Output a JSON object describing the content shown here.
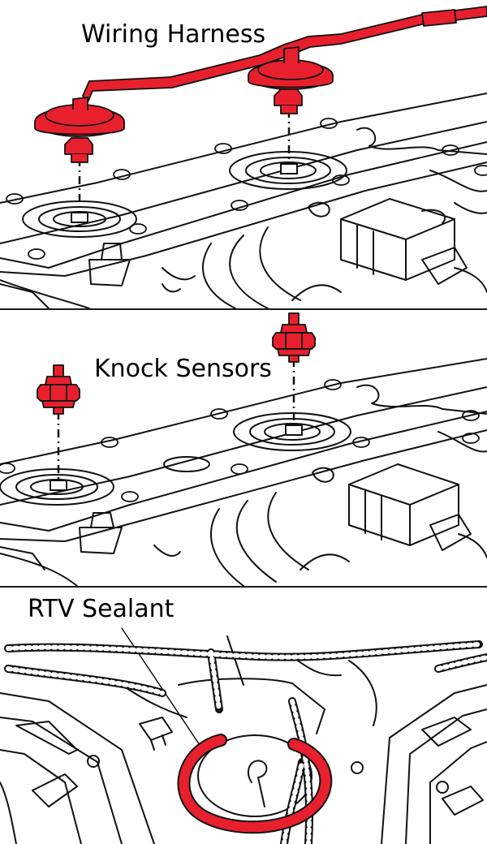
{
  "labels": {
    "wiring_harness": "Wiring Harness",
    "knock_sensors": "Knock Sensors",
    "rtv_sealant": "RTV Sealant"
  },
  "colors": {
    "highlight": "#e8202e",
    "line": "#111111",
    "background": "#ffffff"
  }
}
